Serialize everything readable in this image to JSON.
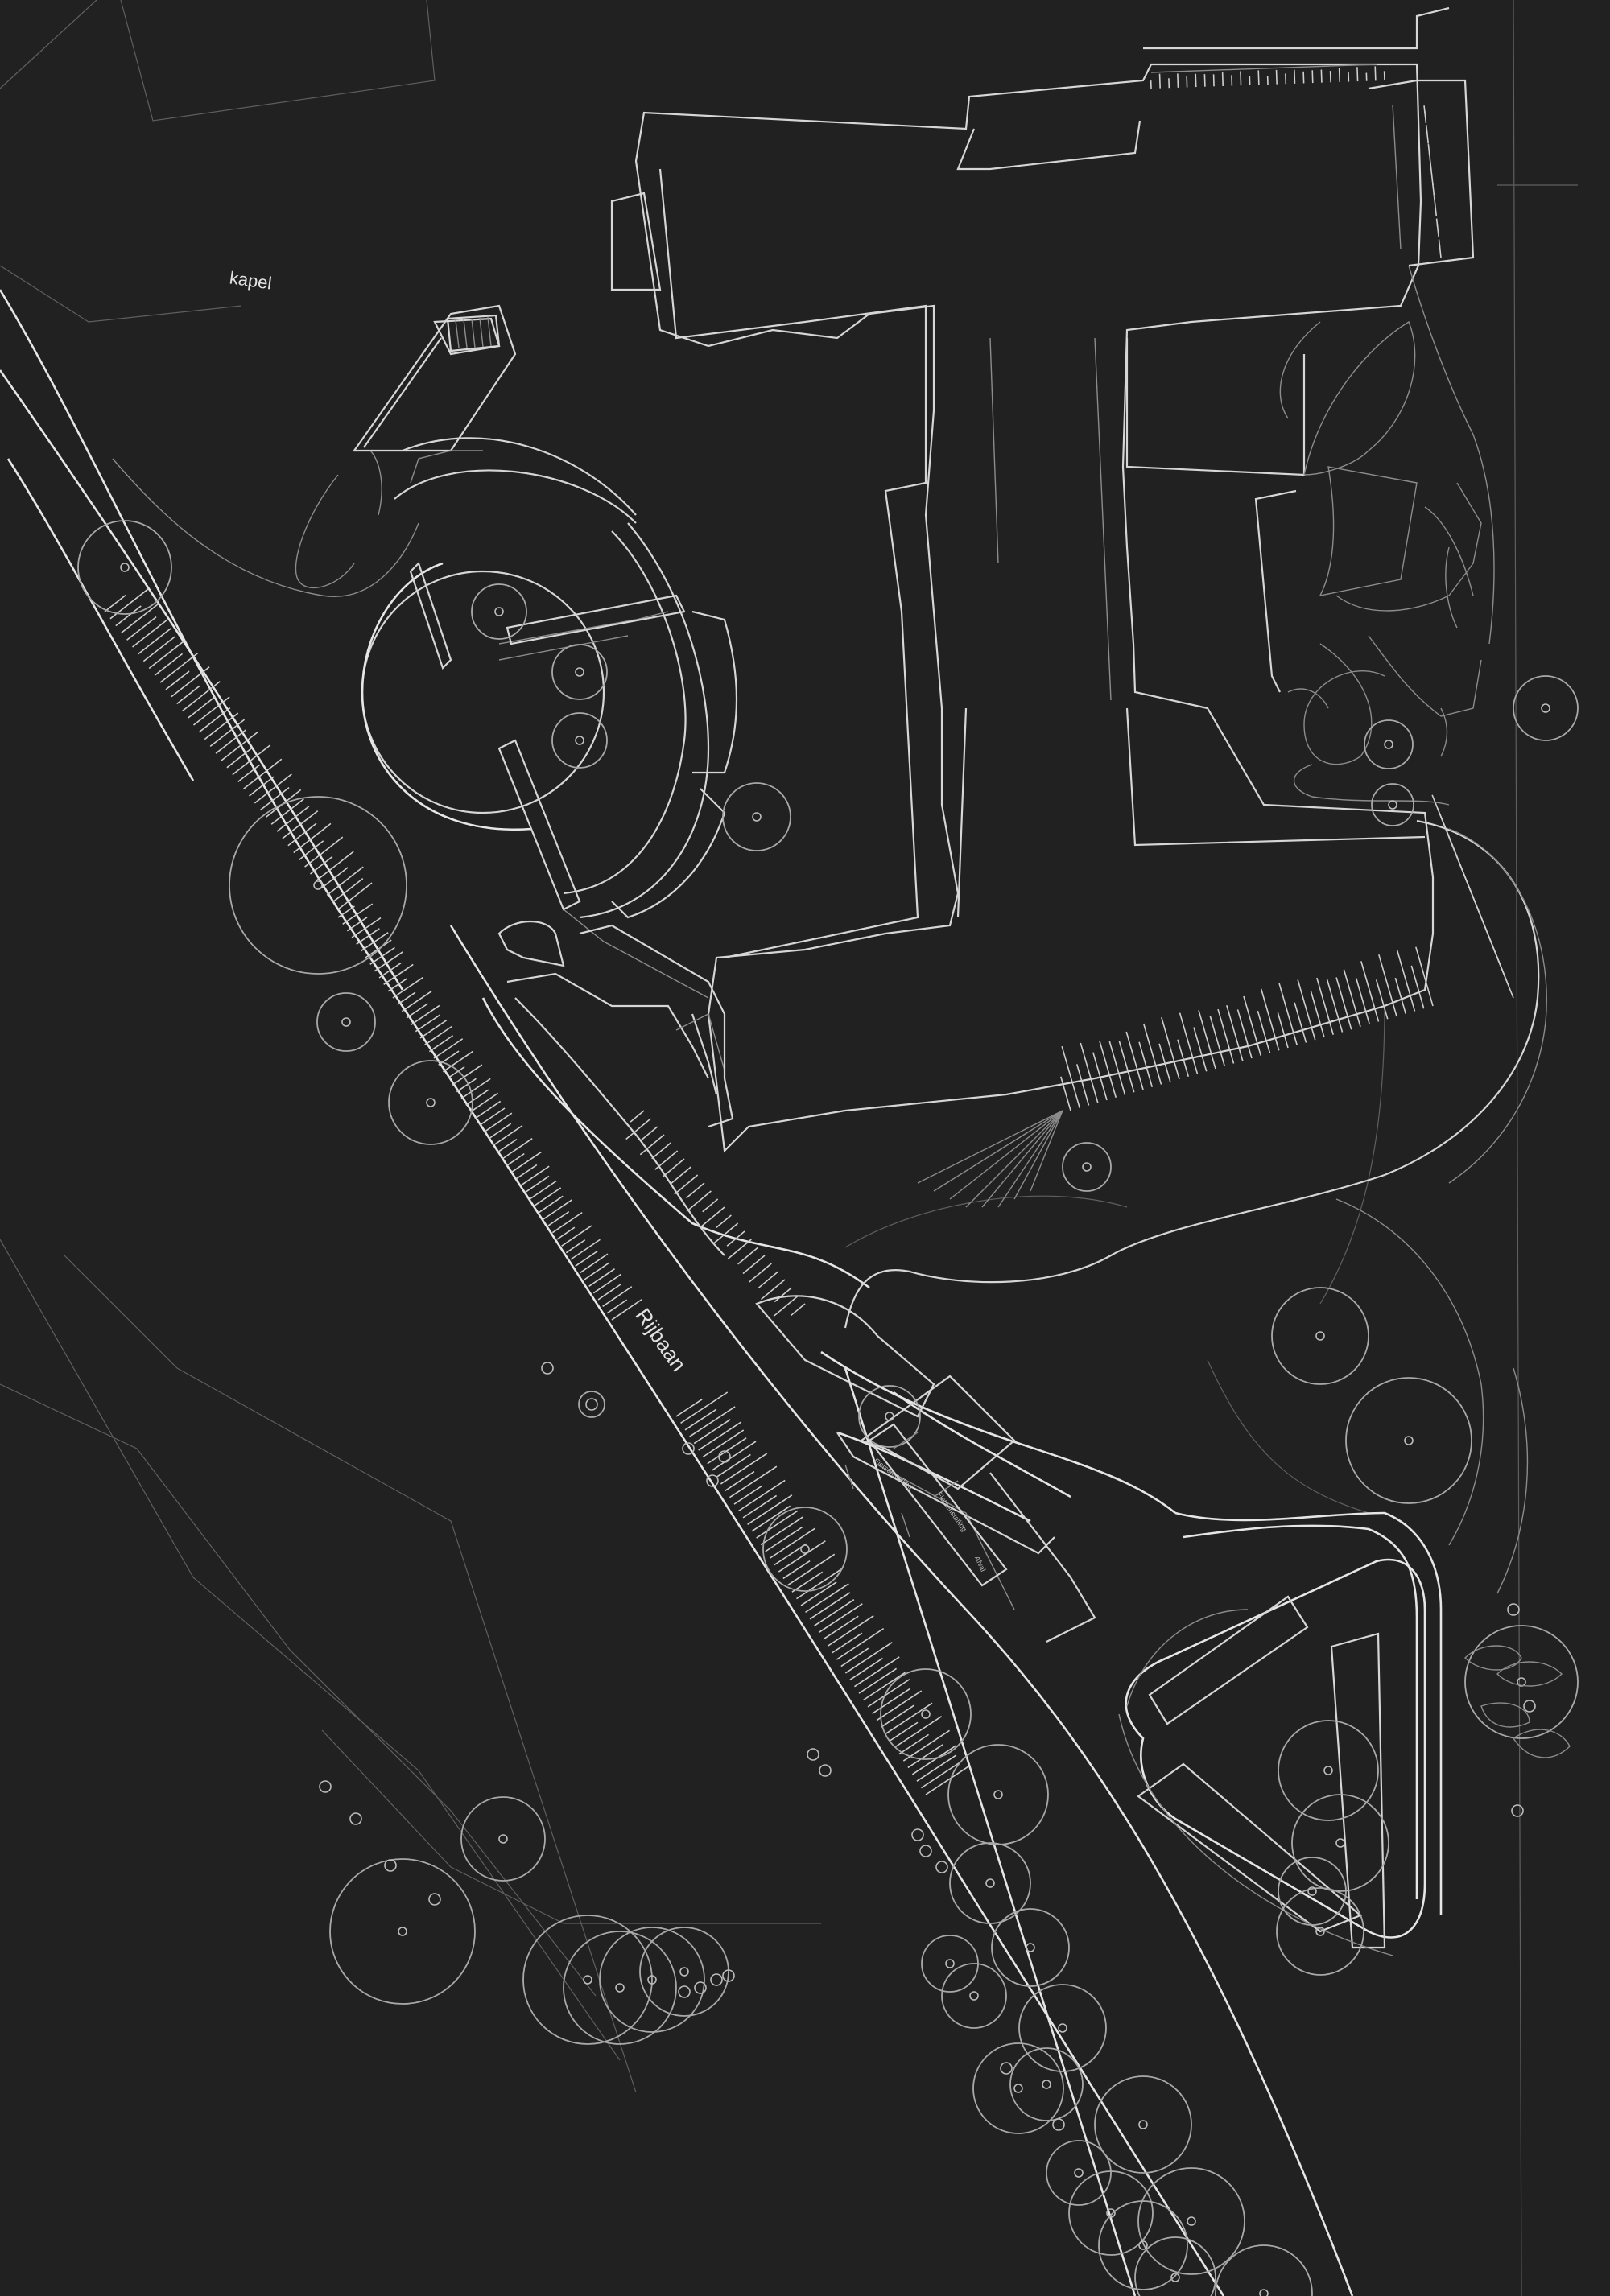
{
  "map": {
    "labels": {
      "chapel": "kapel",
      "roadway": "Rijbaan"
    },
    "small_labels": {
      "bay_1": "Fietsenstalling",
      "bay_2": "Fietsenstalling",
      "bay_3": "Afval"
    },
    "colors": {
      "background": "#212121",
      "lines": "#d6d6d6",
      "trees": "#a9a9a9"
    }
  }
}
